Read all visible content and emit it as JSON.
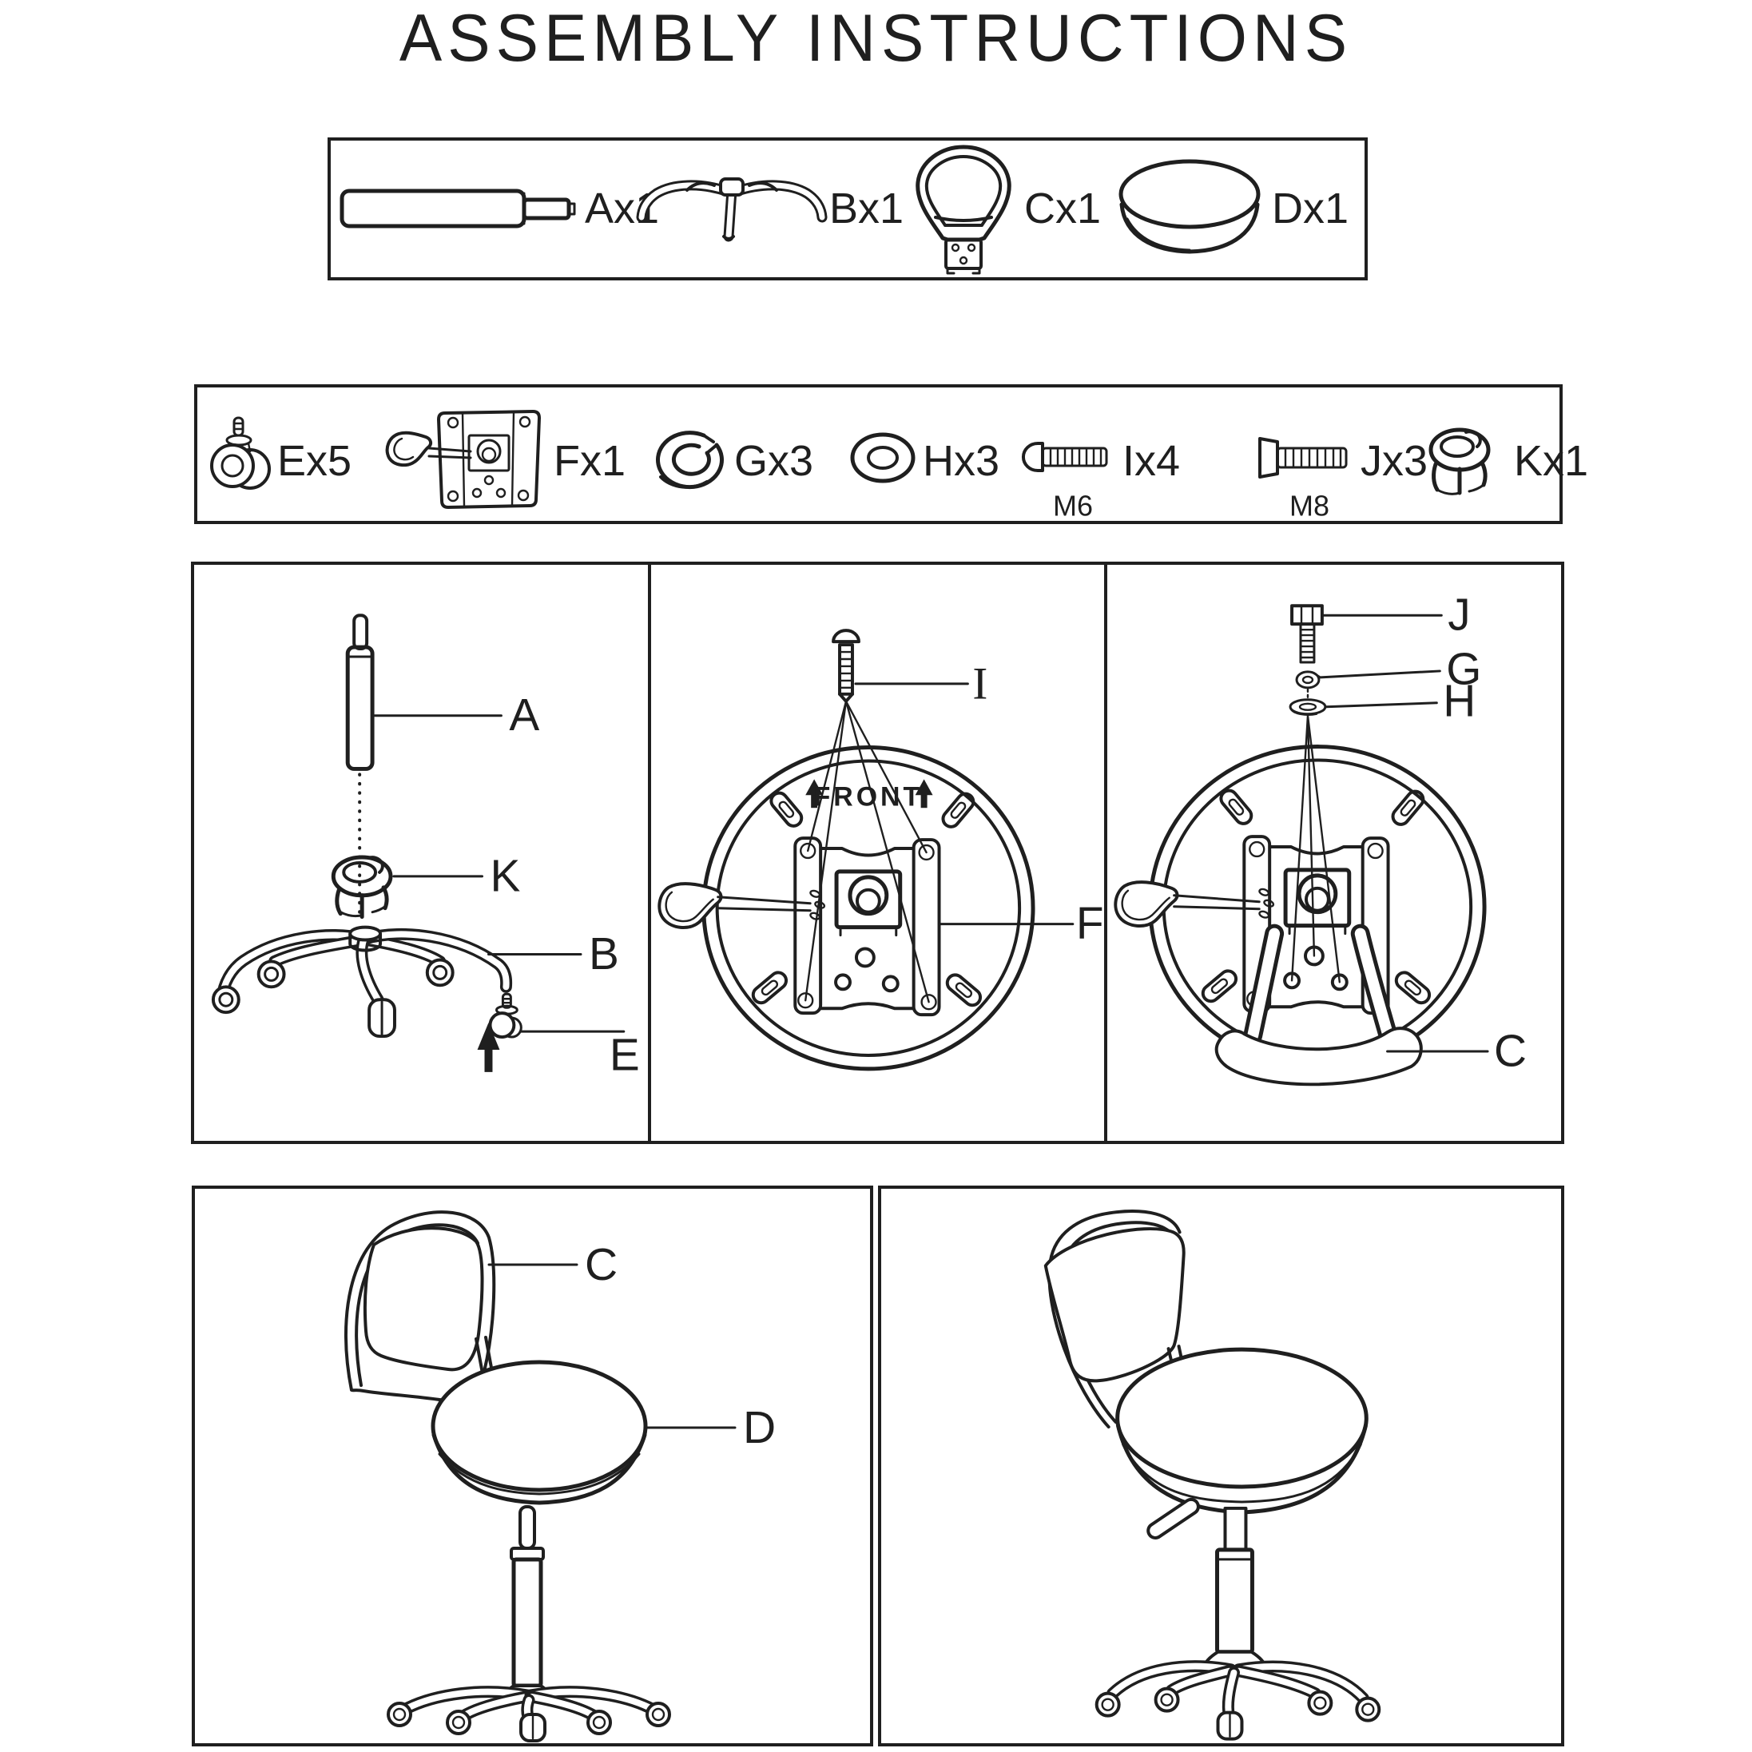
{
  "title": "ASSEMBLY INSTRUCTIONS",
  "parts_box": {
    "items": [
      {
        "name": "gas-lift-cylinder",
        "label": "Ax1"
      },
      {
        "name": "five-star-base",
        "label": "Bx1"
      },
      {
        "name": "backrest",
        "label": "Cx1"
      },
      {
        "name": "seat-cushion",
        "label": "Dx1"
      }
    ]
  },
  "hardware_box": {
    "items": [
      {
        "name": "caster-wheel",
        "label": "Ex5",
        "size": ""
      },
      {
        "name": "mounting-plate",
        "label": "Fx1",
        "size": ""
      },
      {
        "name": "lock-washer",
        "label": "Gx3",
        "size": ""
      },
      {
        "name": "flat-washer",
        "label": "Hx3",
        "size": ""
      },
      {
        "name": "pan-head-screw",
        "label": "Ix4",
        "size": "M6"
      },
      {
        "name": "hex-bolt",
        "label": "Jx3",
        "size": "M8"
      },
      {
        "name": "retainer-clip",
        "label": "Kx1",
        "size": ""
      }
    ]
  },
  "step1": {
    "label_a": "A",
    "label_k": "K",
    "label_b": "B",
    "label_e": "E"
  },
  "step2": {
    "label_i": "I",
    "label_f": "F",
    "front_text": "FRONT"
  },
  "step3": {
    "label_j": "J",
    "label_g": "G",
    "label_h": "H",
    "label_c": "C"
  },
  "step4": {
    "label_c": "C",
    "label_d": "D"
  }
}
